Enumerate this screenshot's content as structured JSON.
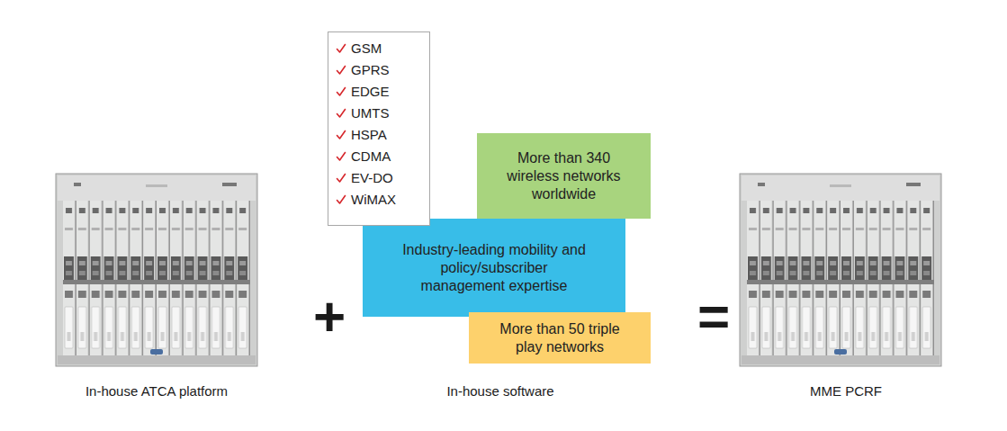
{
  "diagram": {
    "nodes": [
      {
        "text": [
          "GSM",
          "GPRS",
          "EDGE",
          "UMTS",
          "HSPA",
          "CDMA",
          "EV-DO",
          "WiMAX"
        ]
      },
      {
        "text": [
          "More than 340 wireless networks worldwide"
        ]
      },
      {
        "text": [
          "Industry-leading mobility and policy/subscriber management expertise"
        ]
      },
      {
        "text": [
          "More than 50 triple play networks"
        ]
      }
    ],
    "labels": [
      "In-house ATCA platform",
      "+",
      "In-house software",
      "=",
      "MME PCRF"
    ]
  }
}
